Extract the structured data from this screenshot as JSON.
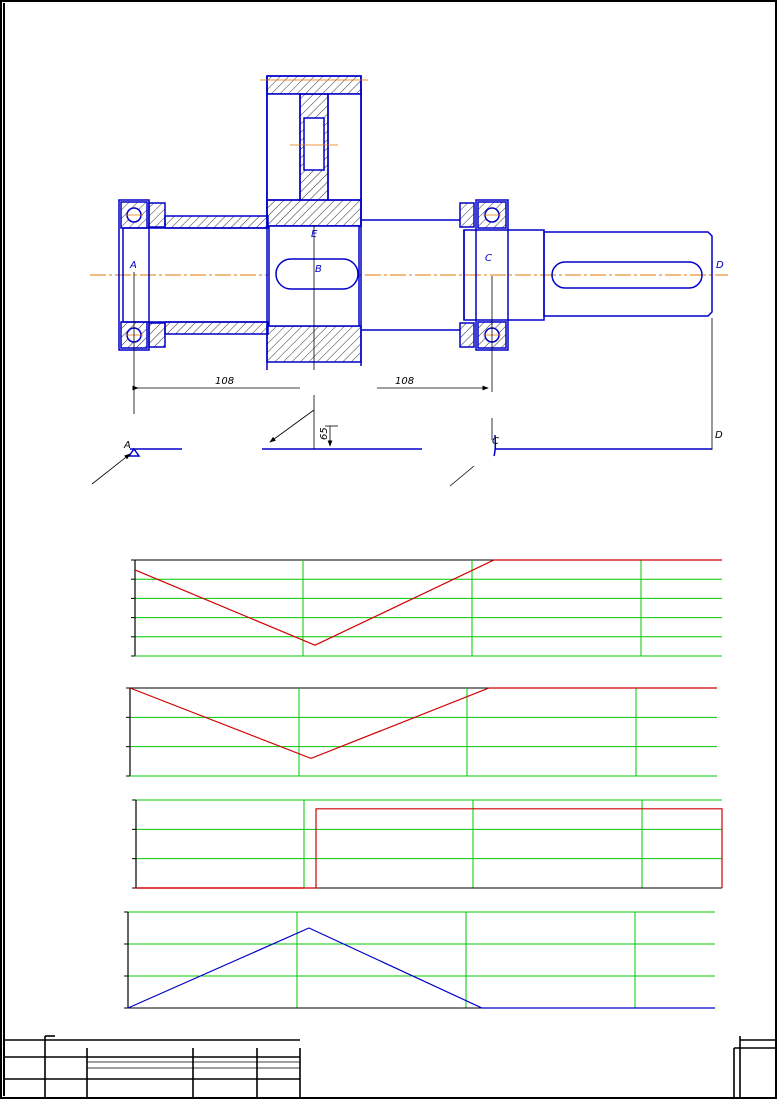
{
  "drawing": {
    "point_labels": {
      "A": "A",
      "B": "B",
      "C": "C",
      "D": "D",
      "E": "E",
      "A_support": "A",
      "C_support": "C",
      "D_support": "D"
    },
    "dimensions": {
      "left_span": "108",
      "right_span": "108",
      "offset": "65"
    }
  },
  "colors": {
    "outline": "#000000",
    "part": "#0000c8",
    "axis": "#e07800",
    "grid": "#00c800",
    "diagram_red": "#d00000",
    "diagram_blue": "#0000c8"
  },
  "chart_data": [
    {
      "type": "line",
      "x": [
        0,
        1,
        2,
        3
      ],
      "values": [
        0,
        -4.2,
        0.55,
        0.55
      ],
      "ylim": [
        -4.8,
        0.55
      ],
      "grid": true,
      "color": "#d00000"
    },
    {
      "type": "line",
      "x": [
        0,
        1,
        2,
        3
      ],
      "values": [
        0,
        -2.4,
        0,
        0
      ],
      "ylim": [
        -3,
        0
      ],
      "grid": true,
      "color": "#d00000"
    },
    {
      "type": "line",
      "x": [
        0,
        1,
        1,
        3,
        3
      ],
      "values": [
        0,
        0,
        2.7,
        2.7,
        0
      ],
      "ylim": [
        0,
        3
      ],
      "grid": true,
      "color": "#d00000"
    },
    {
      "type": "line",
      "x": [
        0,
        1,
        2,
        3
      ],
      "values": [
        0,
        2.5,
        0,
        0
      ],
      "ylim": [
        0,
        3
      ],
      "grid": true,
      "color": "#0000c8"
    }
  ]
}
